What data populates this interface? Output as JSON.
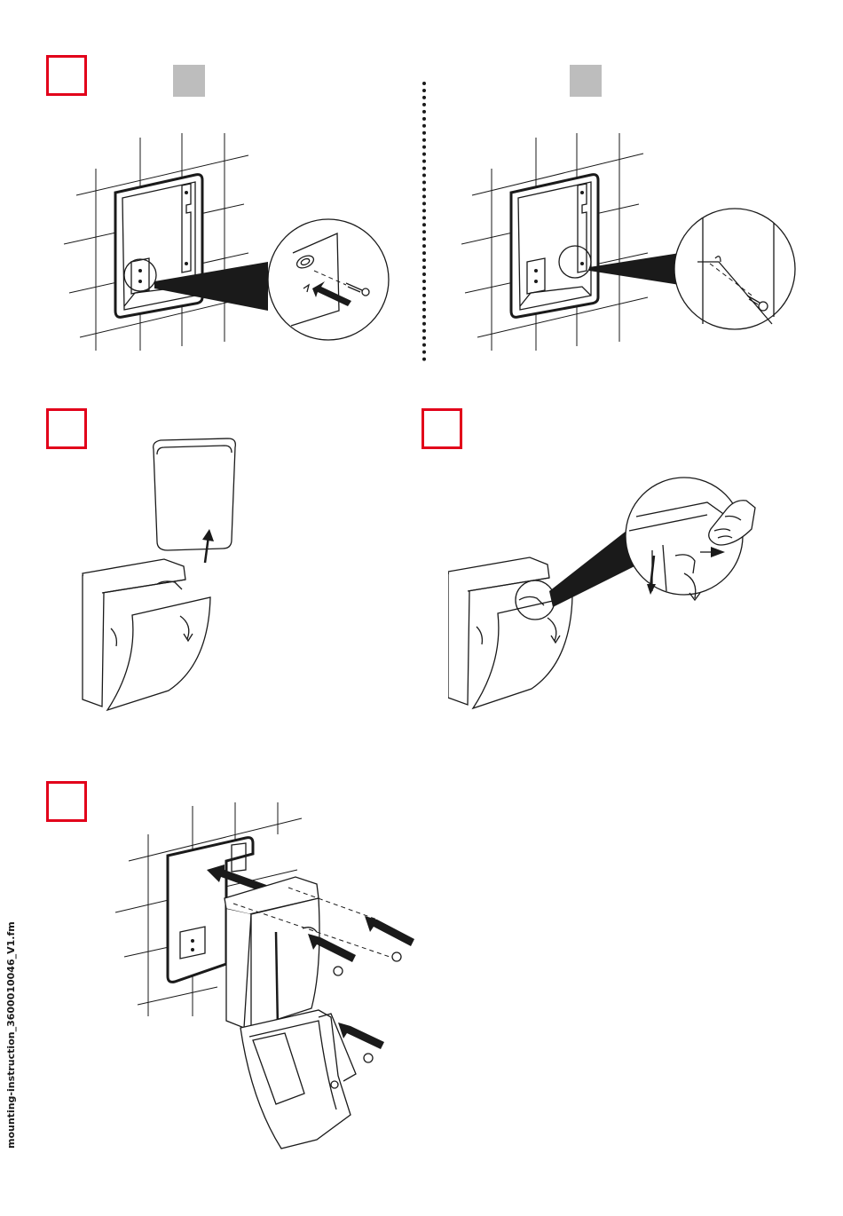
{
  "footer": {
    "filename": "mounting-instruction_3600010046_V1.fm"
  },
  "colors": {
    "step_box_border": "#e2001a",
    "tab_fill": "#bdbdbd",
    "line": "#1a1a1a"
  },
  "steps": [
    {
      "id": "step-1"
    },
    {
      "id": "step-2"
    },
    {
      "id": "step-3"
    },
    {
      "id": "step-4"
    }
  ],
  "icons": [
    "wall-bracket",
    "screw",
    "bin-liner",
    "dispenser",
    "hand",
    "arrow"
  ]
}
